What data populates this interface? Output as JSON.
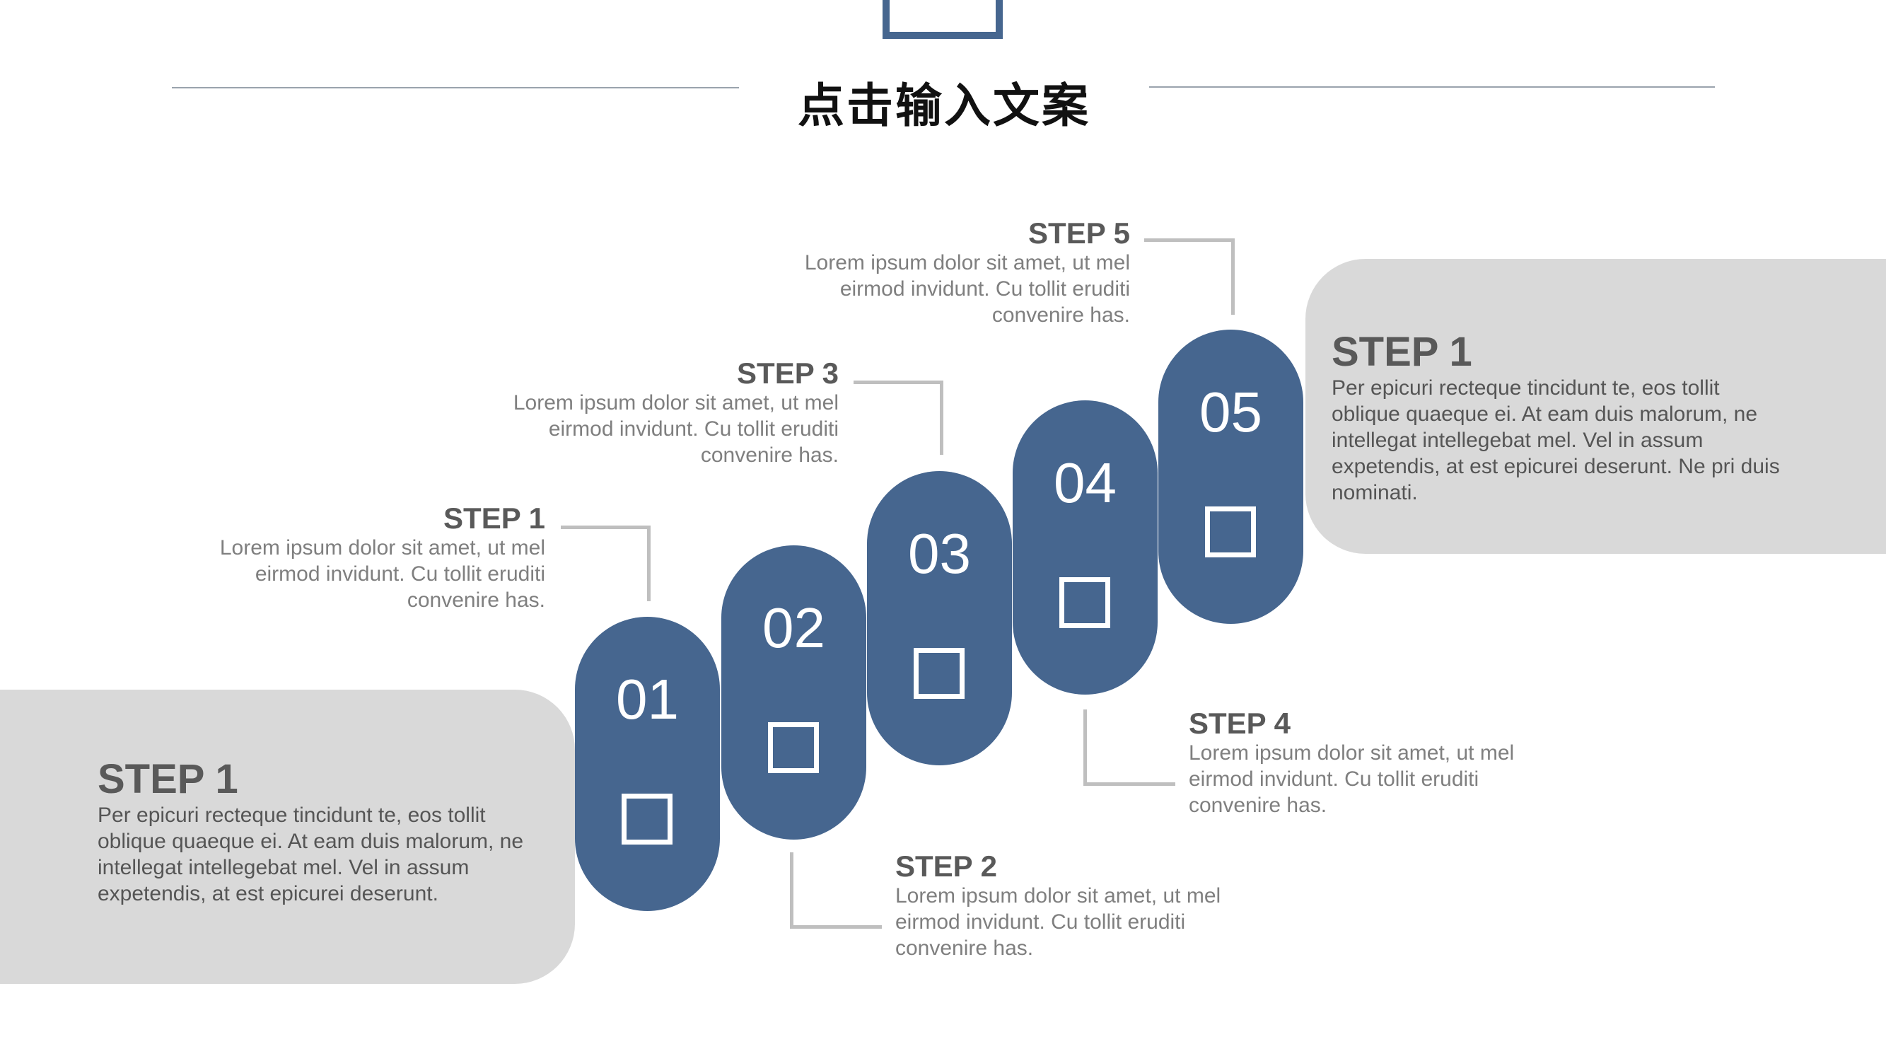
{
  "title": "点击输入文案",
  "colors": {
    "accent": "#46668f",
    "panel": "#d9d9d9",
    "connector": "#bfbfbf"
  },
  "panels": {
    "left": {
      "title": "STEP 1",
      "body": "Per epicuri recteque tincidunt te, eos tollit oblique quaeque ei. At eam duis malorum, ne intellegat intellegebat mel. Vel in assum expetendis, at est epicurei deserunt."
    },
    "right": {
      "title": "STEP 1",
      "body": "Per epicuri recteque tincidunt te, eos tollit oblique quaeque ei. At eam duis malorum, ne intellegat intellegebat mel. Vel in assum expetendis, at est epicurei deserunt. Ne pri duis nominati."
    }
  },
  "pills": [
    "01",
    "02",
    "03",
    "04",
    "05"
  ],
  "steps": [
    {
      "title": "STEP 1",
      "body": "Lorem ipsum dolor sit amet, ut mel eirmod invidunt. Cu tollit eruditi convenire has."
    },
    {
      "title": "STEP 2",
      "body": "Lorem ipsum dolor sit amet, ut mel eirmod invidunt. Cu tollit eruditi convenire has."
    },
    {
      "title": "STEP 3",
      "body": "Lorem ipsum dolor sit amet, ut mel eirmod invidunt. Cu tollit eruditi convenire has."
    },
    {
      "title": "STEP 4",
      "body": "Lorem ipsum dolor sit amet, ut mel eirmod invidunt. Cu tollit eruditi convenire has."
    },
    {
      "title": "STEP 5",
      "body": "Lorem ipsum dolor sit amet, ut mel eirmod invidunt. Cu tollit eruditi convenire has."
    }
  ]
}
